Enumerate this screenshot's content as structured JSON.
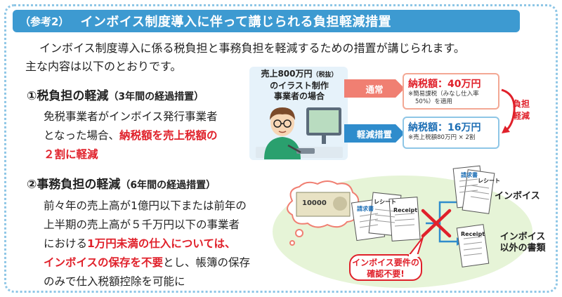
{
  "header": {
    "tag": "（参考2）",
    "title": "インボイス制度導入に伴って講じられる負担軽減措置"
  },
  "intro": {
    "line1": "インボイス制度導入に係る税負担と事務負担を軽減するための措置が講じられます。",
    "line2": "主な内容は以下のとおりです。"
  },
  "section1": {
    "title": "①税負担の軽減",
    "sub": "（3年間の経過措置）",
    "line1": "免税事業者がインボイス発行事業者",
    "line2a": "となった場合、",
    "line2b": "納税額を売上税額の",
    "line3": "２割に軽減"
  },
  "case": {
    "line1": "売上800万円",
    "line1_small": "（税抜）",
    "line2": "のイラスト制作",
    "line3": "事業者の場合"
  },
  "arrows": {
    "normal": "通常",
    "reduced": "軽減措置"
  },
  "results": {
    "normal_amount": "納税額：40万円",
    "normal_note1": "※簡易課税（みなし仕入率",
    "normal_note2": "50%）を適用",
    "reduced_amount": "納税額：16万円",
    "reduced_note": "※売上税額80万円 × 2割"
  },
  "burden": {
    "line1": "負担",
    "line2": "軽減"
  },
  "section2": {
    "title": "②事務負担の軽減",
    "sub": "（6年間の経過措置）",
    "line1": "前々年の売上高が1億円以下または前年の",
    "line2": "上半期の売上高が５千万円以下の事業者",
    "line3a": "における",
    "line3b": "1万円未満の仕入については、",
    "line4a": "インボイスの保存を不要",
    "line4b": "とし、帳簿の保存",
    "line5": "のみで仕入税額控除を可能に"
  },
  "illustration": {
    "banknote": "10000",
    "receipt_label": "レシート",
    "invoice_label": "請求書",
    "invoice_label2": "請求書",
    "receipt_label2": "レシート",
    "receipt_en": "Receipt",
    "receipt_en2": "Receipt",
    "label_invoice": "インボイス",
    "label_other1": "インボイス",
    "label_other2": "以外の書類",
    "callout1": "インボイス要件の",
    "callout2": "確認不要!"
  },
  "colors": {
    "title_bar": "#3d9ad1",
    "red": "#e0202a",
    "blue": "#2f8ccc",
    "salmon": "#f07f72",
    "oval": "#e6f4d7"
  }
}
